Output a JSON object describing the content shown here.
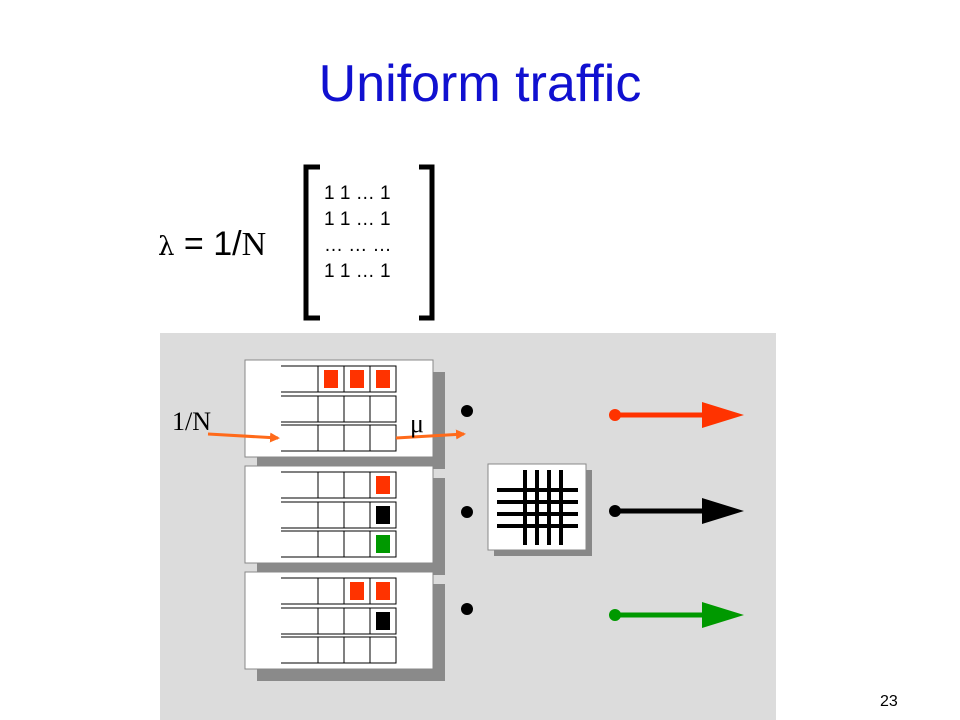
{
  "slide": {
    "title": "Uniform traffic",
    "slide_number": "23"
  },
  "equation": {
    "lambda_symbol": "λ",
    "equals_text": " = 1/",
    "n_symbol": "N",
    "matrix_rows": [
      "1 1 … 1",
      "1 1 … 1",
      "… … …",
      "1 1 … 1"
    ]
  },
  "diagram": {
    "input_rate_label": "1/N",
    "service_rate_label": "μ",
    "colors": {
      "red": "#ff3300",
      "black": "#000000",
      "green": "#009900",
      "arrow_orange": "#ff6a1a",
      "background": "#dcdcdc"
    },
    "queues": [
      {
        "rows": [
          [
            "red",
            "red",
            "red"
          ],
          [],
          []
        ]
      },
      {
        "rows": [
          [
            "red"
          ],
          [
            "black"
          ],
          [
            "green"
          ]
        ]
      },
      {
        "rows": [
          [
            "red",
            "red"
          ],
          [
            "black"
          ],
          []
        ]
      }
    ],
    "outputs": [
      {
        "color": "red"
      },
      {
        "color": "black"
      },
      {
        "color": "green"
      }
    ]
  }
}
